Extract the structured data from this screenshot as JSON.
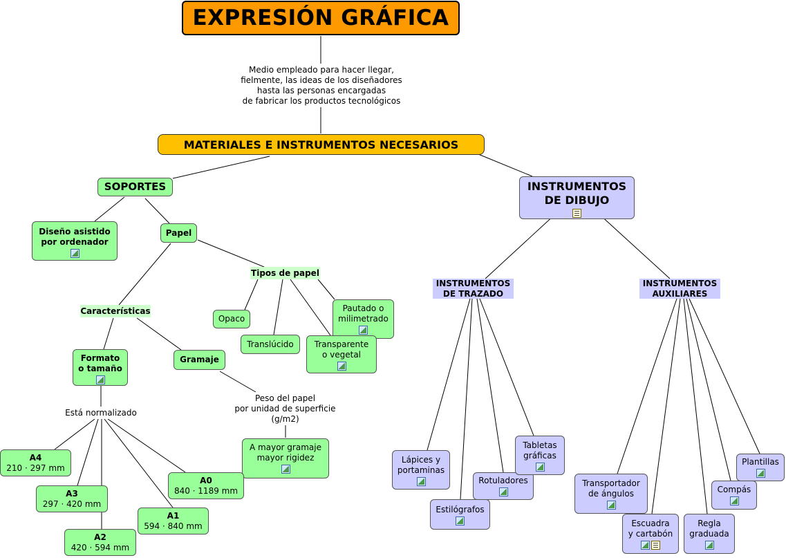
{
  "title": "EXPRESIÓN GRÁFICA",
  "definition": [
    "Medio empleado para hacer llegar,",
    "fielmente, las ideas de los diseñadores",
    "hasta las personas encargadas",
    "de fabricar los productos tecnológicos"
  ],
  "materials": "MATERIALES E INSTRUMENTOS NECESARIOS",
  "soportes": "SOPORTES",
  "cad": [
    "Diseño asistido",
    "por ordenador"
  ],
  "papel": "Papel",
  "tipos_papel": "Tipos de papel",
  "caracteristicas": "Características",
  "opaco": "Opaco",
  "traslucido": "Translúcido",
  "transparente": [
    "Transparente",
    "o vegetal"
  ],
  "pautado": [
    "Pautado o",
    "milimetrado"
  ],
  "formato": [
    "Formato",
    "o tamaño"
  ],
  "gramaje": "Gramaje",
  "normalizado": "Está normalizado",
  "peso": [
    "Peso del papel",
    "por unidad de superficie",
    "(g/m2)"
  ],
  "rigidez": [
    "A mayor gramaje",
    "mayor rigidez"
  ],
  "sizes": {
    "a4": {
      "name": "A4",
      "dims": "210 · 297 mm"
    },
    "a3": {
      "name": "A3",
      "dims": "297 · 420 mm"
    },
    "a2": {
      "name": "A2",
      "dims": "420 · 594 mm"
    },
    "a1": {
      "name": "A1",
      "dims": "594 · 840 mm"
    },
    "a0": {
      "name": "A0",
      "dims": "840 · 1189 mm"
    }
  },
  "instrumentos_dibujo": [
    "INSTRUMENTOS",
    "DE DIBUJO"
  ],
  "trazado": [
    "INSTRUMENTOS",
    "DE TRAZADO"
  ],
  "auxiliares": [
    "INSTRUMENTOS",
    "AUXILIARES"
  ],
  "lapices": [
    "Lápices y",
    "portaminas"
  ],
  "estilografos": "Estilógrafos",
  "rotuladores": "Rotuladores",
  "tabletas": [
    "Tabletas",
    "gráficas"
  ],
  "transportador": [
    "Transportador",
    "de ángulos"
  ],
  "escuadra": [
    "Escuadra",
    "y cartabón"
  ],
  "regla": [
    "Regla",
    "graduada"
  ],
  "compas": "Compás",
  "plantillas": "Plantillas",
  "colors": {
    "title": "#ff9900",
    "main": "#ffc000",
    "green": "#99ff99",
    "blue": "#ccccff"
  }
}
